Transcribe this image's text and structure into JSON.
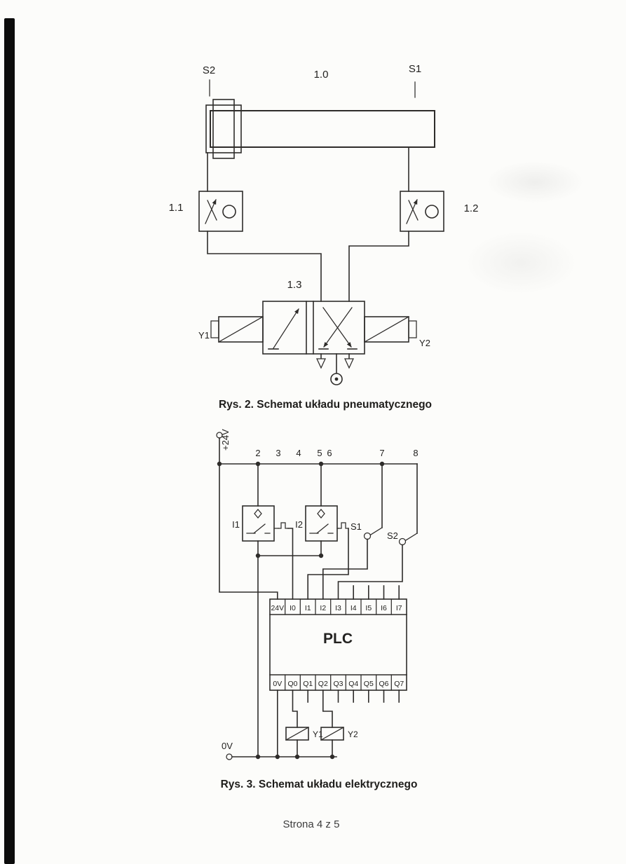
{
  "page": {
    "footer": "Strona 4 z 5"
  },
  "pneumatic_diagram": {
    "caption": "Rys. 2. Schemat układu pneumatycznego",
    "sensor_left_label": "S2",
    "actuator_label": "1.0",
    "sensor_right_label": "S1",
    "throttle_left_label": "1.1",
    "throttle_right_label": "1.2",
    "valve_label": "1.3",
    "solenoid_left_label": "Y1",
    "solenoid_right_label": "Y2"
  },
  "electrical_diagram": {
    "caption": "Rys. 3. Schemat układu elektrycznego",
    "supply_label": "+24V",
    "ground_label": "0V",
    "column_numbers": [
      "2",
      "3",
      "4",
      "5",
      "6",
      "7",
      "8"
    ],
    "sensor1_label": "I1",
    "sensor2_label": "I2",
    "switch1_label": "S1",
    "switch2_label": "S2",
    "plc_label": "PLC",
    "input_terminals": [
      "24V",
      "I0",
      "I1",
      "I2",
      "I3",
      "I4",
      "I5",
      "I6",
      "I7"
    ],
    "output_terminals": [
      "0V",
      "Q0",
      "Q1",
      "Q2",
      "Q3",
      "Q4",
      "Q5",
      "Q6",
      "Q7"
    ],
    "relay1_label": "Y1",
    "relay2_label": "Y2"
  }
}
